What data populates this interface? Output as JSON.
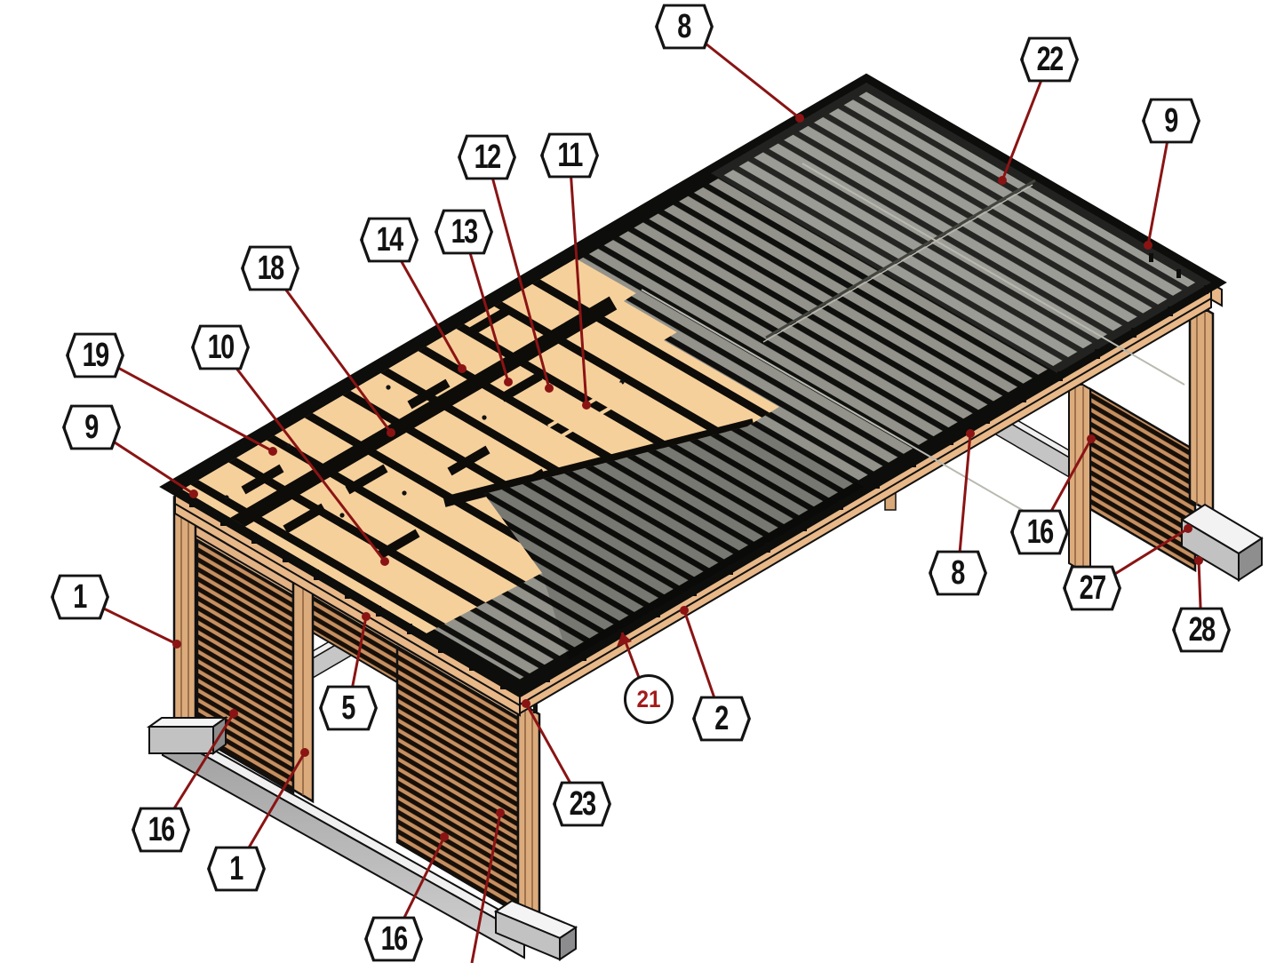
{
  "page": {
    "background": "#ffffff",
    "kind": "isometric technical assembly diagram",
    "subject": "timber slat-wall carport / pergola with corrugated roof, numbered part callouts"
  },
  "colors": {
    "leader_line": "#8a1414",
    "badge_border": "#141414",
    "badge_fill": "#ffffff",
    "badge_text": "#121212",
    "circle_badge_text": "#a31b1b",
    "roof_panel_gray": "#93938c",
    "roof_stripe_black": "#0f0f0d",
    "deck_wood_tan": "#f6d09b",
    "fascia_wood": "#e8b888",
    "post_wood": "#dcab7c",
    "slat_wood": "#c68f60",
    "slat_gap_dark": "#170f08",
    "concrete_light": "#f0f0f0",
    "concrete_mid": "#c4c4c4",
    "concrete_dark": "#8e8e8e"
  },
  "callouts": [
    {
      "label": "8",
      "shape": "hexagon"
    },
    {
      "label": "22",
      "shape": "hexagon"
    },
    {
      "label": "9",
      "shape": "hexagon"
    },
    {
      "label": "12",
      "shape": "hexagon"
    },
    {
      "label": "11",
      "shape": "hexagon"
    },
    {
      "label": "14",
      "shape": "hexagon"
    },
    {
      "label": "13",
      "shape": "hexagon"
    },
    {
      "label": "18",
      "shape": "hexagon"
    },
    {
      "label": "10",
      "shape": "hexagon"
    },
    {
      "label": "19",
      "shape": "hexagon"
    },
    {
      "label": "9",
      "shape": "hexagon"
    },
    {
      "label": "1",
      "shape": "hexagon"
    },
    {
      "label": "5",
      "shape": "hexagon"
    },
    {
      "label": "16",
      "shape": "hexagon"
    },
    {
      "label": "1",
      "shape": "hexagon"
    },
    {
      "label": "16",
      "shape": "hexagon"
    },
    {
      "label": "23",
      "shape": "hexagon"
    },
    {
      "label": "21",
      "shape": "circle"
    },
    {
      "label": "2",
      "shape": "hexagon"
    },
    {
      "label": "8",
      "shape": "hexagon"
    },
    {
      "label": "16",
      "shape": "hexagon"
    },
    {
      "label": "27",
      "shape": "hexagon"
    },
    {
      "label": "28",
      "shape": "hexagon"
    }
  ]
}
